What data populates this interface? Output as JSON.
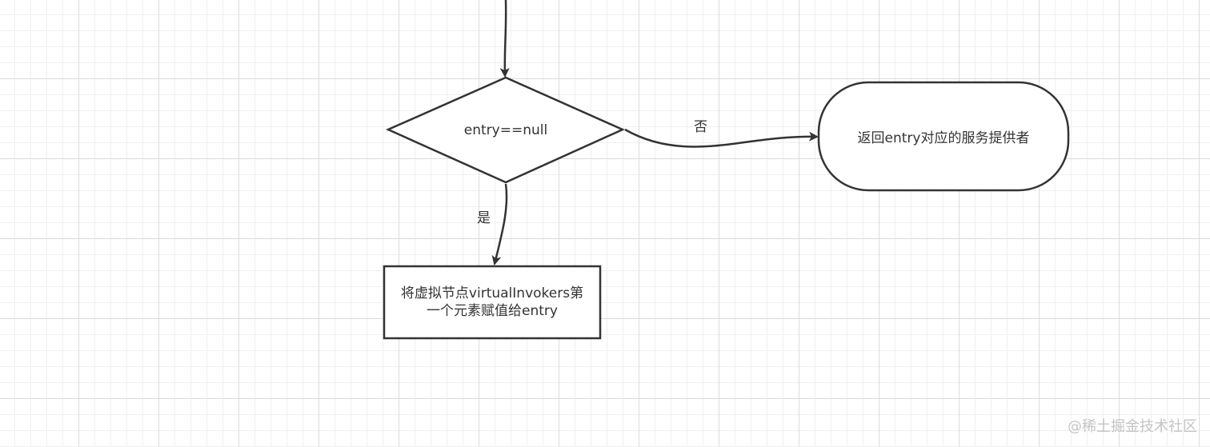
{
  "diagram": {
    "nodes": {
      "decision": {
        "label": "entry==null"
      },
      "return_provider": {
        "label": "返回entry对应的服务提供者"
      },
      "assign_first": {
        "line1": "将虚拟节点virtualInvokers第",
        "line2": "一个元素赋值给entry"
      }
    },
    "edges": {
      "no_label": "否",
      "yes_label": "是"
    }
  },
  "watermark": "@稀土掘金技术社区",
  "colors": {
    "stroke": "#333333",
    "grid_major": "#dcdcdc",
    "grid_minor": "#f0f0f0",
    "watermark": "#c4c4c4"
  }
}
